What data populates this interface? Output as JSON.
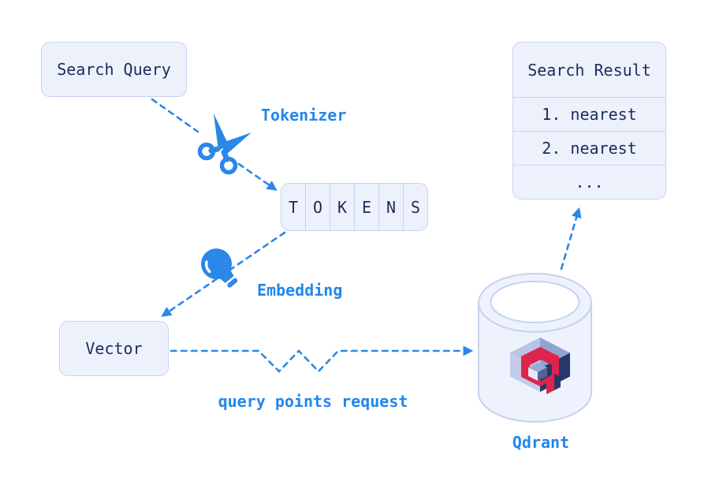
{
  "diagram": {
    "nodes": {
      "search_query": {
        "label": "Search Query"
      },
      "tokens": {
        "letters": [
          "T",
          "O",
          "K",
          "E",
          "N",
          "S"
        ]
      },
      "vector": {
        "label": "Vector"
      },
      "search_result": {
        "title": "Search Result",
        "rows": [
          "1. nearest",
          "2. nearest",
          "..."
        ]
      },
      "qdrant_db": {
        "label": "Qdrant"
      }
    },
    "labels": {
      "tokenizer": "Tokenizer",
      "embedding": "Embedding",
      "query_points_request": "query points request"
    },
    "icons": {
      "scissors": "scissors-icon (tokenizer step)",
      "lightbulb": "lightbulb-icon (embedding step)",
      "database_cylinder": "database-cylinder-icon (Qdrant store)",
      "qdrant_logo": "qdrant-logo-icon"
    },
    "colors": {
      "background": "#ffffff",
      "accent_blue": "#2287e9",
      "node_fill": "#edf1fc",
      "node_border": "#c6d2ef",
      "text_navy": "#1d2b5c",
      "logo_red": "#dc244c",
      "logo_navy": "#263769",
      "logo_periwinkle_light": "#b9c4e3",
      "logo_periwinkle_medium": "#93a2ce"
    }
  }
}
